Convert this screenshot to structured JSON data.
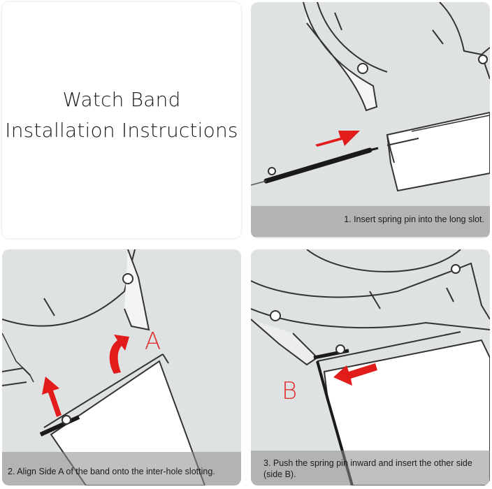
{
  "title": {
    "line1": "Watch Band",
    "line2": "Installation Instructions"
  },
  "steps": [
    {
      "caption": "1. Insert spring pin into the long slot."
    },
    {
      "caption": "2. Align Side A of the band onto the inter-hole slotting.",
      "label": "A"
    },
    {
      "caption": "3. Push the spring pin inward and insert the other side (side B).",
      "label": "B"
    }
  ],
  "colors": {
    "arrow": "#e21b1b",
    "label": "#e03030",
    "panel_bg": "#dfe2e3",
    "caption_bg": "#8c8c8c"
  },
  "icons": [
    "right-arrow-icon",
    "up-arrow-icon",
    "curved-arrow-icon",
    "left-arrow-icon"
  ]
}
